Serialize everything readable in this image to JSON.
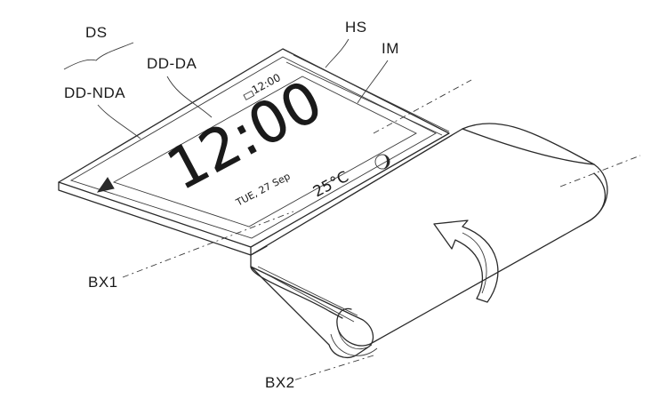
{
  "labels": {
    "ds": "DS",
    "dd_da": "DD-DA",
    "dd_nda": "DD-NDA",
    "hs": "HS",
    "im": "IM",
    "bx1": "BX1",
    "bx2": "BX2"
  },
  "screen": {
    "status_time": "12:00",
    "clock": "12:00",
    "date": "TUE, 27 Sep",
    "temperature": "25°C"
  },
  "icons": [
    "play-icon",
    "battery-icon",
    "weather-moon-icon",
    "rotation-arrow-icon"
  ]
}
